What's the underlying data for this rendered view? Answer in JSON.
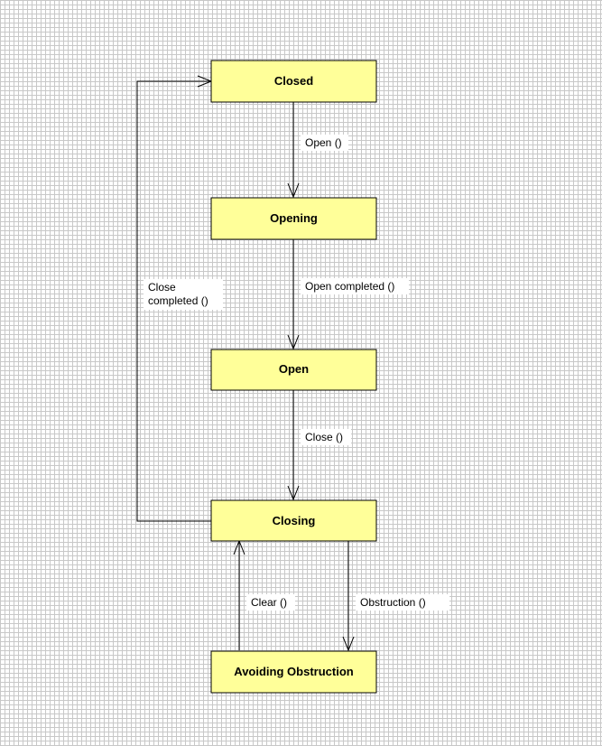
{
  "states": {
    "closed": "Closed",
    "opening": "Opening",
    "open": "Open",
    "closing": "Closing",
    "avoiding": "Avoiding Obstruction"
  },
  "transitions": {
    "open": "Open ()",
    "open_completed": "Open completed ()",
    "close": "Close ()",
    "close_completed_line1": "Close",
    "close_completed_line2": "completed ()",
    "clear": "Clear ()",
    "obstruction": "Obstruction ()"
  },
  "colors": {
    "state_fill": "#ffff99",
    "grid": "#c8c8c8"
  }
}
